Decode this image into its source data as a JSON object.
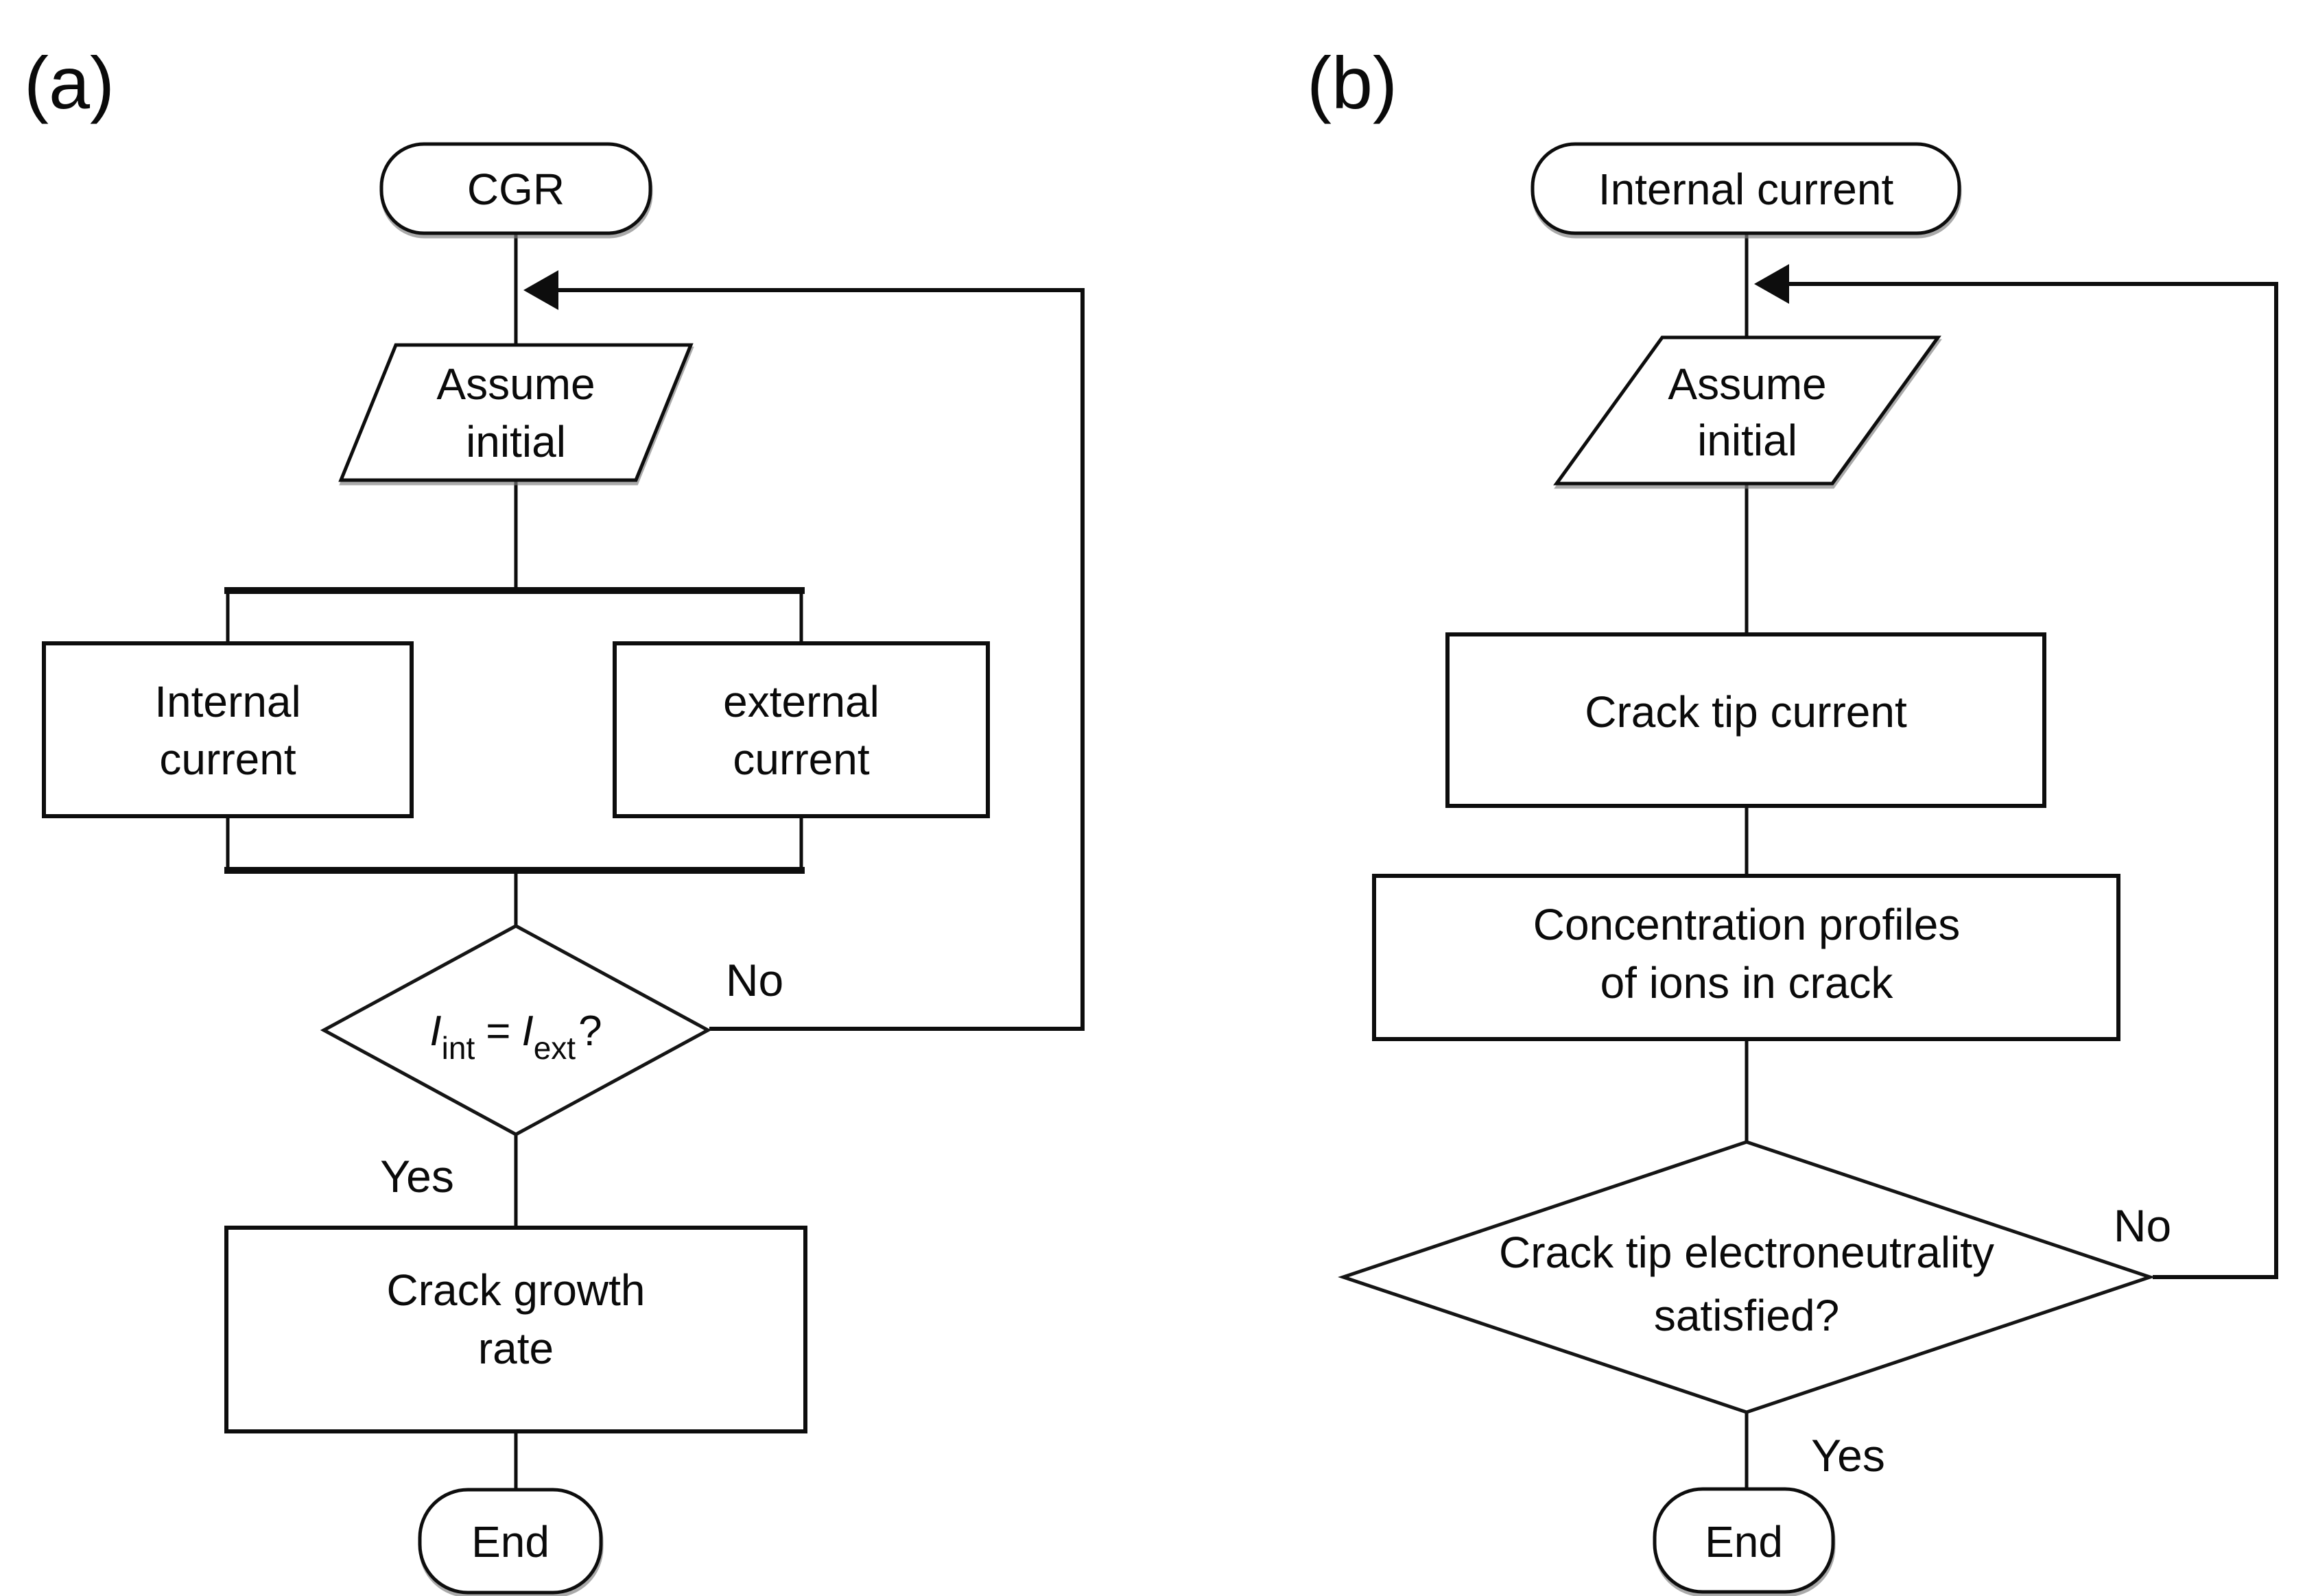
{
  "panel_a": {
    "label": "(a)",
    "start_label": "CGR",
    "assume_line1": "Assume",
    "assume_line2": "initial",
    "internal_line1": "Internal",
    "internal_line2": "current",
    "external_line1": "external",
    "external_line2": "current",
    "decision_i1": "I",
    "decision_i1_sub": "int",
    "decision_eq": "=",
    "decision_i2": "I",
    "decision_i2_sub": "ext",
    "decision_q": "?",
    "no_label": "No",
    "yes_label": "Yes",
    "result_line1": "Crack growth",
    "result_line2": "rate",
    "end_label": "End"
  },
  "panel_b": {
    "label": "(b)",
    "start_label": "Internal current",
    "assume_line1": "Assume",
    "assume_line2": "initial",
    "process1_label": "Crack tip current",
    "process2_line1": "Concentration profiles",
    "process2_line2": "of ions in crack",
    "decision_line1": "Crack tip electroneutrality",
    "decision_line2": "satisfied?",
    "no_label": "No",
    "yes_label": "Yes",
    "end_label": "End"
  },
  "colors": {
    "ink": "#0d0d0d",
    "paper": "#ffffff"
  }
}
